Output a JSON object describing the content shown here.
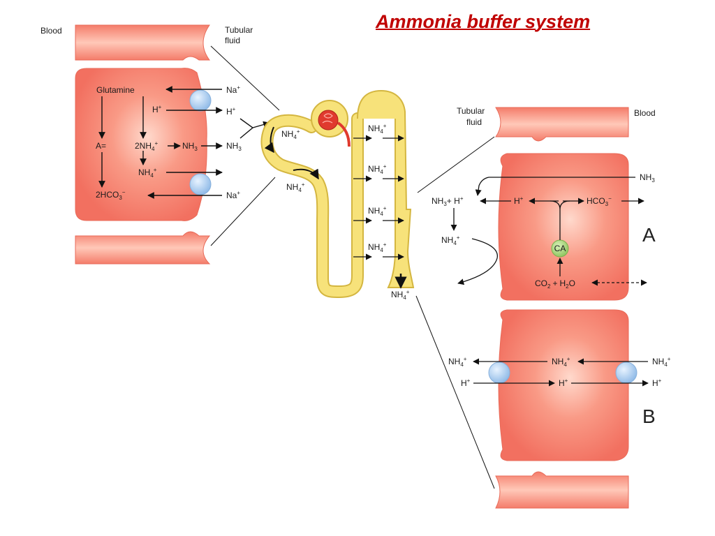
{
  "title": "Ammonia buffer system",
  "left_panel": {
    "side_blood": "Blood",
    "side_tubular_line1": "Tubular",
    "side_tubular_line2": "fluid",
    "glutamine": "Glutamine",
    "h_plus_cell": "H",
    "na_top": "Na",
    "h_plus_lumen": "H",
    "a_minus": "A=",
    "two_nh4_prefix": "2NH",
    "nh3_cell": "NH",
    "nh3_lumen": "NH",
    "nh4_cell": "NH",
    "two_hco3_prefix": "2HCO",
    "na_bottom": "Na"
  },
  "nephron": {
    "nh4_label": "NH",
    "nh4_bottom": "NH"
  },
  "panel_a": {
    "tubular_line1": "Tubular",
    "tubular_line2": "fluid",
    "blood": "Blood",
    "nh3_blood": "NH",
    "lumen_nh3": "NH",
    "lumen_plus_h": "+ H",
    "h_cell": "H",
    "hco3_cell": "HCO",
    "lumen_nh4": "NH",
    "ca": "CA",
    "co2": "CO",
    "plus": "+",
    "h2o": "H",
    "h2o_o": "O",
    "letter": "A"
  },
  "panel_b": {
    "nh4_lumen": "NH",
    "nh4_cell": "NH",
    "nh4_blood": "NH",
    "h_lumen": "H",
    "h_cell": "H",
    "h_blood": "H",
    "letter": "B"
  },
  "glyphs": {
    "plus": "+",
    "minus": "−",
    "sub_2": "2",
    "sub_3": "3",
    "sub_4": "4"
  },
  "colors": {
    "title": "#c00000",
    "cell_fill": "#f47c6a",
    "cell_highlight": "#ffd2c4",
    "cell_edge": "#e86a58",
    "tubule_fill": "#f7e27a",
    "tubule_edge": "#d4b640",
    "glomerulus": "#e03a2e",
    "transporter": "#a9cdef",
    "carbonic_anhydrase": "#a8d67a"
  }
}
